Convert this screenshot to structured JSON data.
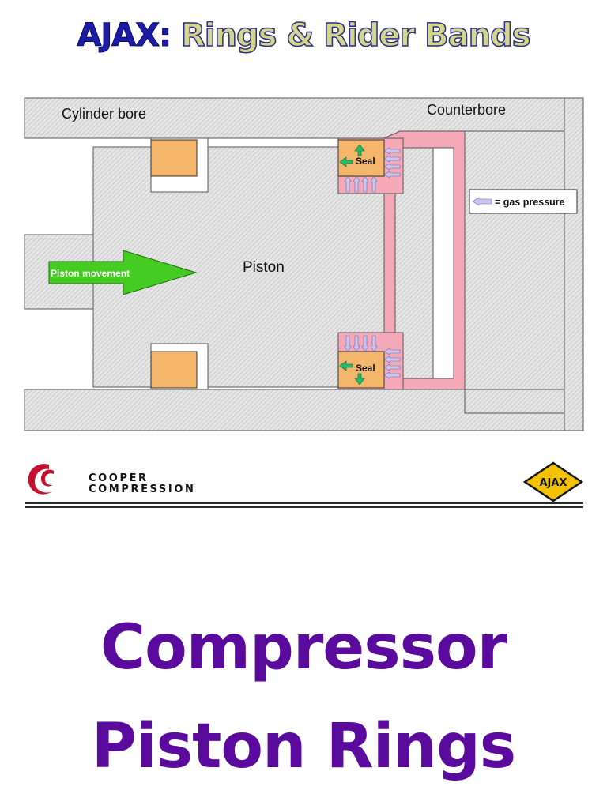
{
  "title": {
    "part1": "AJAX:",
    "part2": "Rings & Rider Bands"
  },
  "diagram": {
    "labels": {
      "cylinder_bore": "Cylinder bore",
      "counterbore": "Counterbore",
      "piston": "Piston",
      "piston_movement": "Piston movement",
      "seal_top": "Seal",
      "seal_bottom": "Seal",
      "legend": "= gas pressure"
    },
    "colors": {
      "hatch_fill": "#d9d9d9",
      "rider_band": "#f4b66a",
      "seal_box": "#f4b66a",
      "gas_path": "#f5a8b8",
      "pressure_arrow": "#c9c6f2",
      "seal_arrow": "#1fbf6e",
      "movement_arrow": "#44cc22"
    }
  },
  "brand": {
    "line1": "COOPER",
    "line2": "COMPRESSION",
    "badge": "AJAX"
  },
  "heading": {
    "line1": "Compressor",
    "line2": "Piston Rings"
  }
}
